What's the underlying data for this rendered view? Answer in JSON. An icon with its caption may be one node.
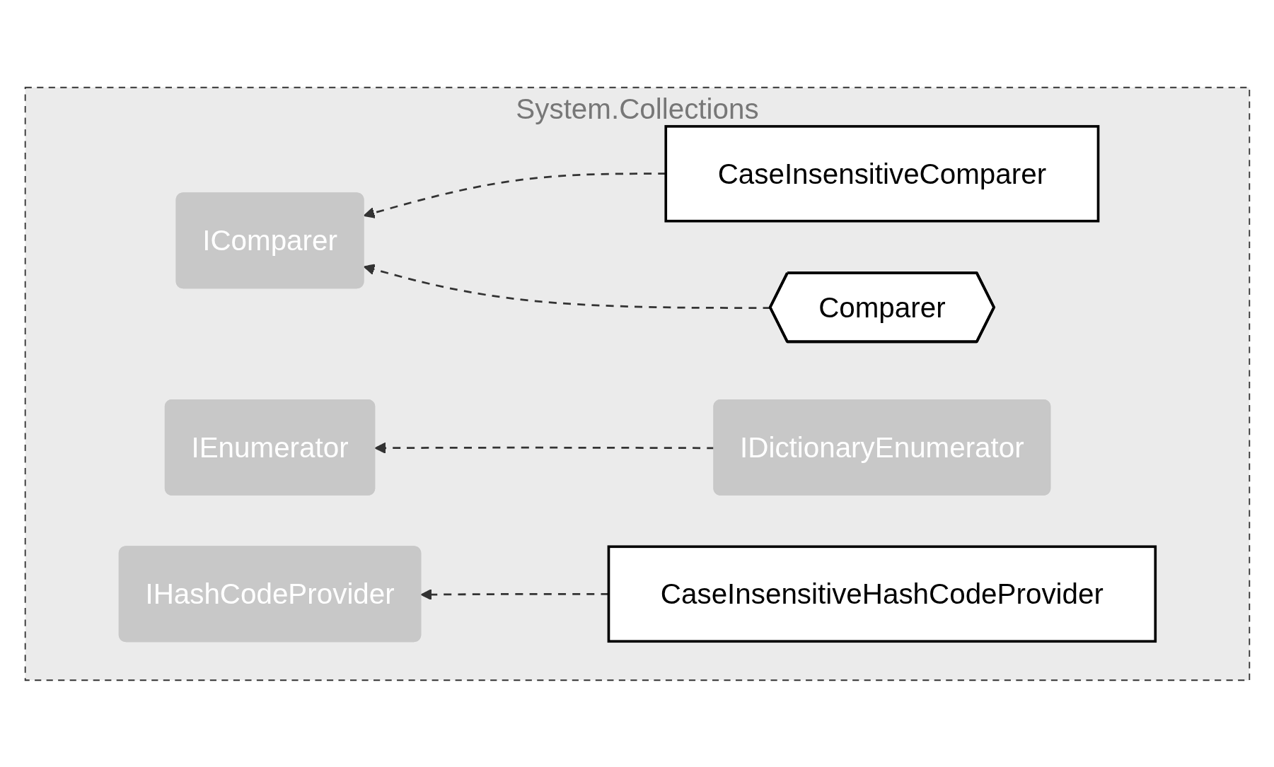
{
  "diagram": {
    "nodes": [
      {
        "text": [
          "System.Collections"
        ]
      },
      {
        "text": [
          "IComparer"
        ],
        "in": 0
      },
      {
        "text": [
          "CaseInsensitiveComparer"
        ],
        "in": 0
      },
      {
        "text": [
          "Comparer"
        ],
        "in": 0
      },
      {
        "text": [
          "IEnumerator"
        ],
        "in": 0
      },
      {
        "text": [
          "IDictionaryEnumerator"
        ],
        "in": 0
      },
      {
        "text": [
          "IHashCodeProvider"
        ],
        "in": 0
      },
      {
        "text": [
          "CaseInsensitiveHashCodeProvider"
        ],
        "in": 0
      }
    ],
    "edges": [
      {
        "from": 2,
        "to": 1,
        "arrow": "to",
        "style": "dashed"
      },
      {
        "from": 3,
        "to": 1,
        "arrow": "to",
        "style": "dashed"
      },
      {
        "from": 5,
        "to": 4,
        "arrow": "to",
        "style": "dashed"
      },
      {
        "from": 7,
        "to": 6,
        "arrow": "to",
        "style": "dashed"
      }
    ]
  }
}
